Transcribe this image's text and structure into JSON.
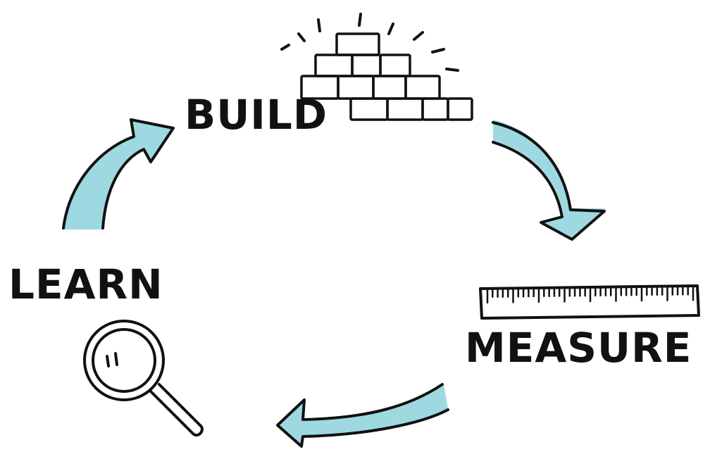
{
  "diagram": {
    "type": "cycle",
    "colors": {
      "ink": "#111111",
      "arrow": "#9ED9E2",
      "background": "#ffffff"
    },
    "stages": [
      {
        "label": "BUILD",
        "icon": "brick-wall-icon"
      },
      {
        "label": "MEASURE",
        "icon": "ruler-icon"
      },
      {
        "label": "LEARN",
        "icon": "magnifying-glass-icon"
      }
    ],
    "arrows": [
      {
        "from": "BUILD",
        "to": "MEASURE"
      },
      {
        "from": "MEASURE",
        "to": "LEARN"
      },
      {
        "from": "LEARN",
        "to": "BUILD"
      }
    ]
  }
}
